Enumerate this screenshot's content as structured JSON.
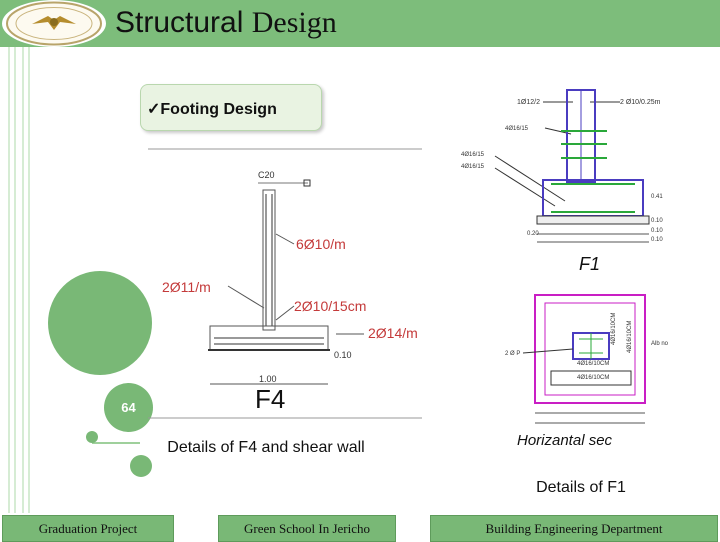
{
  "header": {
    "title_part1": "Structural",
    "title_part2": "Design",
    "logo_icon": "university-seal-icon"
  },
  "callout": {
    "check": "✓",
    "label": "Footing Design"
  },
  "slide_number": "64",
  "left_drawing": {
    "top_label": "C20",
    "rebar_vertical": "6Ø10/m",
    "rebar_horizontal": "2Ø11/m",
    "rebar_base": "2Ø10/15cm",
    "rebar_bottom": "2Ø14/m",
    "depth_label": "0.10",
    "width_label": "1.00",
    "footing_label": "F4"
  },
  "right_top_drawing": {
    "label_top_left": "1Ø12/2",
    "label_top_right": "2 Ø10/0.25m",
    "label_mid1": "4Ø16/15",
    "label_mid2": "4Ø16/15",
    "label_mid3": "4Ø16/15",
    "dim_right1": "0.41",
    "dim_right2": "0.10",
    "dim_bottom1": "0.20",
    "dim_bottom2": "0.10",
    "dim_bottom3": "0.10",
    "footing_label": "F1"
  },
  "right_bot_drawing": {
    "label_center1": "4Ø16/10CM",
    "label_center2": "4Ø16/10CM",
    "label_vert1": "4Ø16/10CM",
    "label_vert2": "4Ø16/10CM",
    "label_left": "2 Ø P",
    "label_right": "Alb no",
    "section_label": "Horizantal sec"
  },
  "captions": {
    "f4": "Details of F4 and shear wall",
    "f1": "Details of F1"
  },
  "footer": {
    "left": "Graduation Project",
    "center": "Green School In Jericho",
    "right": "Building Engineering Department"
  }
}
